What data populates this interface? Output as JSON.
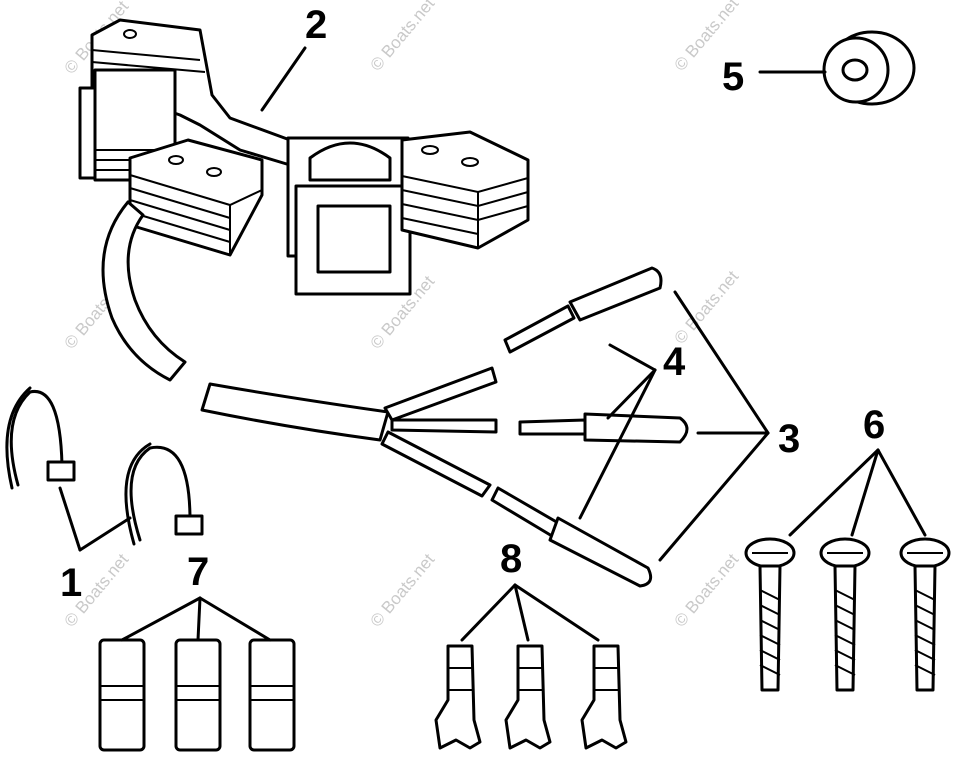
{
  "diagram": {
    "callouts": [
      "1",
      "2",
      "3",
      "4",
      "5",
      "6",
      "7",
      "8"
    ],
    "watermark": "© Boats.net"
  }
}
